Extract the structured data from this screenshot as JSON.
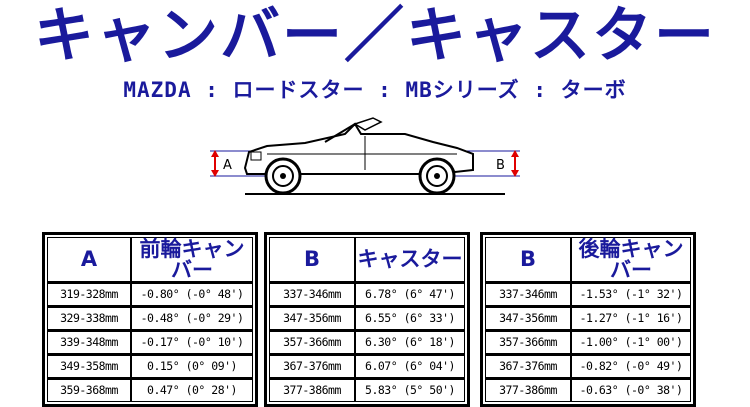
{
  "title": "キャンバー／キャスター",
  "subtitle": "MAZDA : ロードスター : MBシリーズ : ターボ",
  "diagram": {
    "label_a": "A",
    "label_b": "B"
  },
  "tables": [
    {
      "headers": [
        "A",
        "前輪キャンバー"
      ],
      "rows": [
        [
          "319-328mm",
          "-0.80° (-0° 48')"
        ],
        [
          "329-338mm",
          "-0.48° (-0° 29')"
        ],
        [
          "339-348mm",
          "-0.17° (-0° 10')"
        ],
        [
          "349-358mm",
          "0.15° (0° 09')"
        ],
        [
          "359-368mm",
          "0.47° (0° 28')"
        ]
      ]
    },
    {
      "headers": [
        "B",
        "キャスター"
      ],
      "rows": [
        [
          "337-346mm",
          "6.78° (6° 47')"
        ],
        [
          "347-356mm",
          "6.55° (6° 33')"
        ],
        [
          "357-366mm",
          "6.30° (6° 18')"
        ],
        [
          "367-376mm",
          "6.07° (6° 04')"
        ],
        [
          "377-386mm",
          "5.83° (5° 50')"
        ]
      ]
    },
    {
      "headers": [
        "B",
        "後輪キャンバー"
      ],
      "rows": [
        [
          "337-346mm",
          "-1.53° (-1° 32')"
        ],
        [
          "347-356mm",
          "-1.27° (-1° 16')"
        ],
        [
          "357-366mm",
          "-1.00° (-1° 00')"
        ],
        [
          "367-376mm",
          "-0.82° (-0° 49')"
        ],
        [
          "377-386mm",
          "-0.63° (-0° 38')"
        ]
      ]
    }
  ]
}
